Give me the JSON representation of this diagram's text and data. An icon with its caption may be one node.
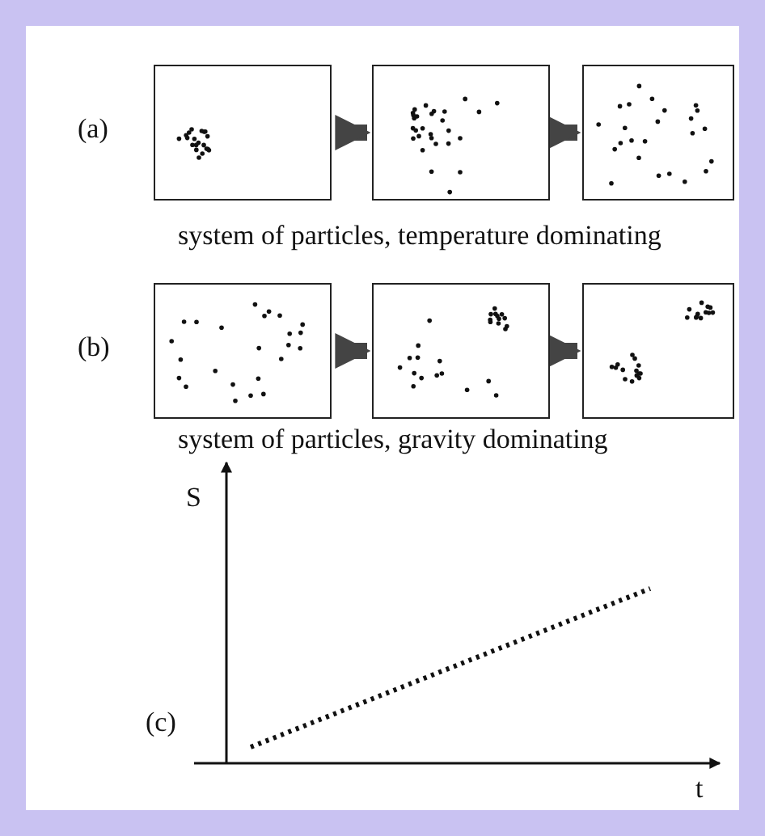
{
  "diagram": {
    "nodes": [
      {
        "text": [],
        "shape": "picture"
      },
      {
        "text": [],
        "shape": "picture"
      },
      {
        "text": [],
        "shape": "picture"
      },
      {
        "text": [],
        "shape": "picture"
      },
      {
        "text": [],
        "shape": "picture"
      },
      {
        "text": [],
        "shape": "picture"
      }
    ],
    "edges": [
      {
        "from": 0,
        "to": 1,
        "arrow": "to"
      },
      {
        "from": 1,
        "to": 2,
        "arrow": "to"
      },
      {
        "from": 3,
        "to": 4,
        "arrow": "to"
      },
      {
        "from": 4,
        "to": 5,
        "arrow": "to"
      }
    ],
    "labels": [
      "(a)",
      "system of particles, temperature dominating",
      "(b)",
      "system of particles, gravity dominating",
      "S",
      "(c)",
      "t"
    ]
  }
}
